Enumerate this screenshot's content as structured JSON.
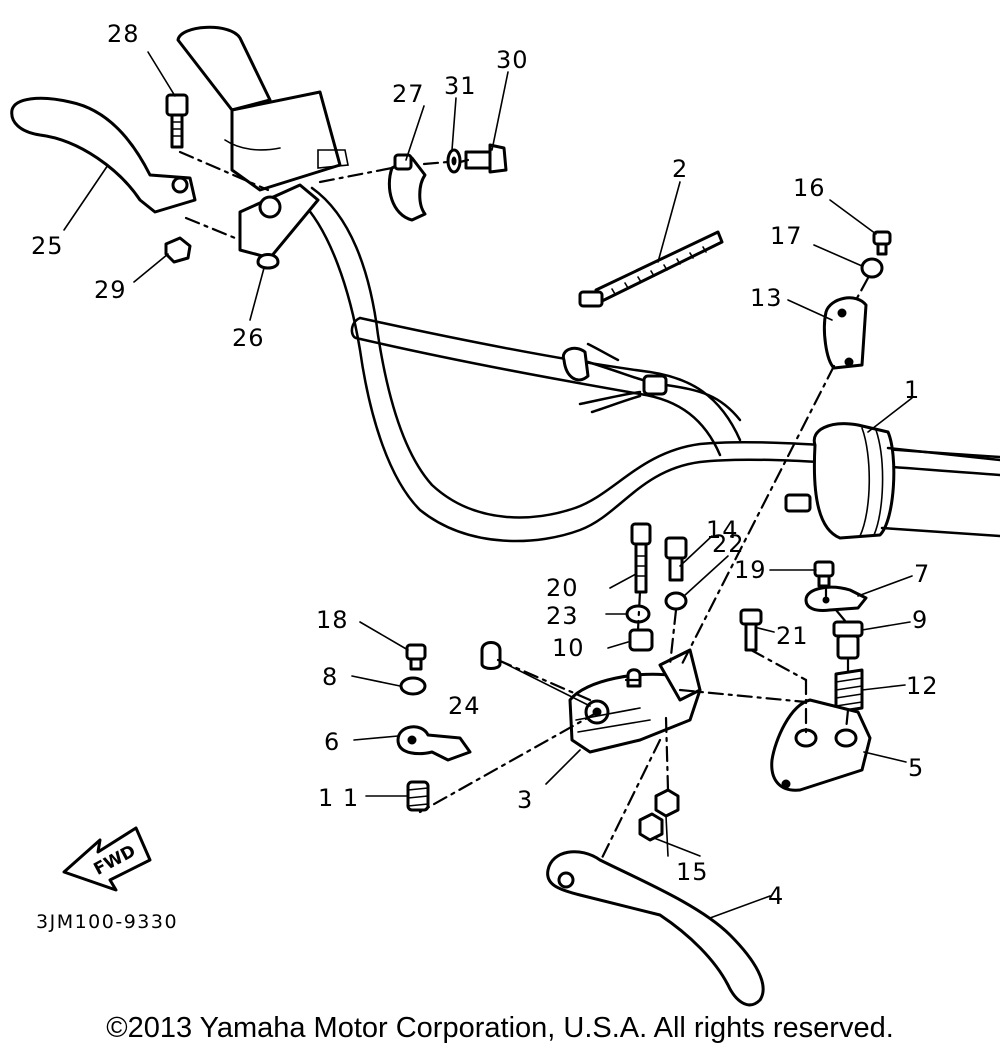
{
  "diagram_code": "3JM100-9330",
  "fwd_label": "FWD",
  "copyright": "©2013 Yamaha Motor Corporation, U.S.A. All rights reserved.",
  "callouts": [
    {
      "id": "1",
      "label": "1"
    },
    {
      "id": "2",
      "label": "2"
    },
    {
      "id": "3",
      "label": "3"
    },
    {
      "id": "4",
      "label": "4"
    },
    {
      "id": "5",
      "label": "5"
    },
    {
      "id": "6",
      "label": "6"
    },
    {
      "id": "7",
      "label": "7"
    },
    {
      "id": "8",
      "label": "8"
    },
    {
      "id": "9",
      "label": "9"
    },
    {
      "id": "10",
      "label": "10"
    },
    {
      "id": "11",
      "label": "1 1"
    },
    {
      "id": "12",
      "label": "12"
    },
    {
      "id": "13",
      "label": "13"
    },
    {
      "id": "14",
      "label": "14"
    },
    {
      "id": "15",
      "label": "15"
    },
    {
      "id": "16",
      "label": "16"
    },
    {
      "id": "17",
      "label": "17"
    },
    {
      "id": "18",
      "label": "18"
    },
    {
      "id": "19",
      "label": "19"
    },
    {
      "id": "20",
      "label": "20"
    },
    {
      "id": "21",
      "label": "21"
    },
    {
      "id": "22",
      "label": "22"
    },
    {
      "id": "23",
      "label": "23"
    },
    {
      "id": "24",
      "label": "24"
    },
    {
      "id": "25",
      "label": "25"
    },
    {
      "id": "26",
      "label": "26"
    },
    {
      "id": "27",
      "label": "27"
    },
    {
      "id": "28",
      "label": "28"
    },
    {
      "id": "29",
      "label": "29"
    },
    {
      "id": "30",
      "label": "30"
    },
    {
      "id": "31",
      "label": "31"
    }
  ]
}
